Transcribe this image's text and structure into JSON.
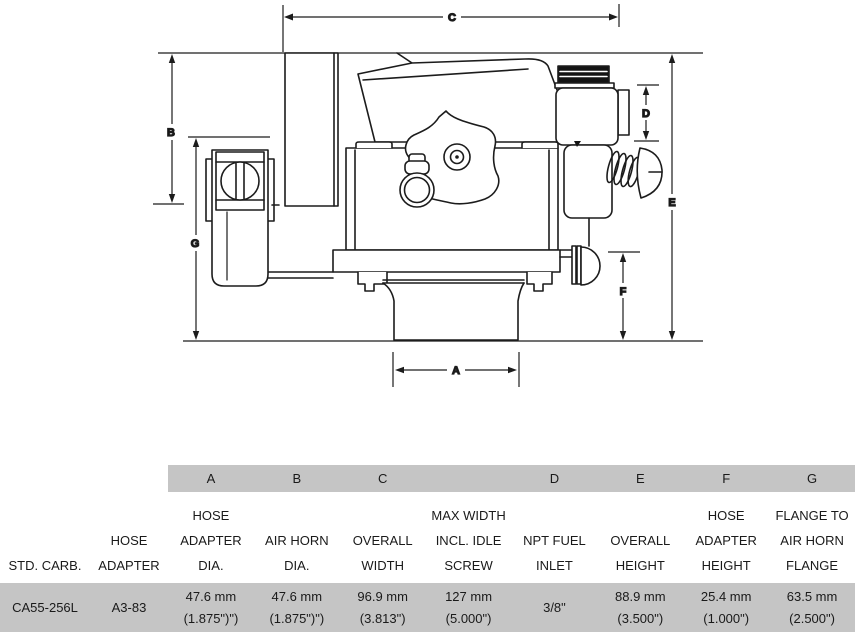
{
  "diagram": {
    "title": "carburetor-dimension-drawing",
    "labels": {
      "A": "A",
      "B": "B",
      "C": "C",
      "D": "D",
      "E": "E",
      "F": "F",
      "G": "G"
    }
  },
  "colors": {
    "band_gray": "#c5c5c5",
    "line_black": "#1c1c1c"
  },
  "table": {
    "columns": [
      {
        "letter": "",
        "h1": "STD. CARB.",
        "h2": "",
        "h3": "",
        "v1": "CA55-256L",
        "v2": ""
      },
      {
        "letter": "",
        "h1": "HOSE",
        "h2": "ADAPTER",
        "h3": "",
        "v1": "A3-83",
        "v2": ""
      },
      {
        "letter": "A",
        "h1": "HOSE",
        "h2": "ADAPTER",
        "h3": "DIA.",
        "v1": "47.6 mm",
        "v2": "(1.875\")\")"
      },
      {
        "letter": "B",
        "h1": "AIR HORN",
        "h2": "DIA.",
        "h3": "",
        "v1": "47.6 mm",
        "v2": "(1.875\")\")"
      },
      {
        "letter": "C",
        "h1": "OVERALL",
        "h2": "WIDTH",
        "h3": "",
        "v1": "96.9 mm",
        "v2": "(3.813\")"
      },
      {
        "letter": "",
        "h1": "MAX WIDTH",
        "h2": "INCL. IDLE",
        "h3": "SCREW",
        "v1": "127 mm",
        "v2": "(5.000\")"
      },
      {
        "letter": "D",
        "h1": "NPT FUEL",
        "h2": "INLET",
        "h3": "",
        "v1": "3/8\"",
        "v2": ""
      },
      {
        "letter": "E",
        "h1": "OVERALL",
        "h2": "HEIGHT",
        "h3": "",
        "v1": "88.9 mm",
        "v2": "(3.500\")"
      },
      {
        "letter": "F",
        "h1": "HOSE",
        "h2": "ADAPTER",
        "h3": "HEIGHT",
        "v1": "25.4 mm",
        "v2": "(1.000\")"
      },
      {
        "letter": "G",
        "h1": "FLANGE TO",
        "h2": "AIR HORN",
        "h3": "FLANGE",
        "v1": "63.5 mm",
        "v2": "(2.500\")"
      }
    ]
  }
}
